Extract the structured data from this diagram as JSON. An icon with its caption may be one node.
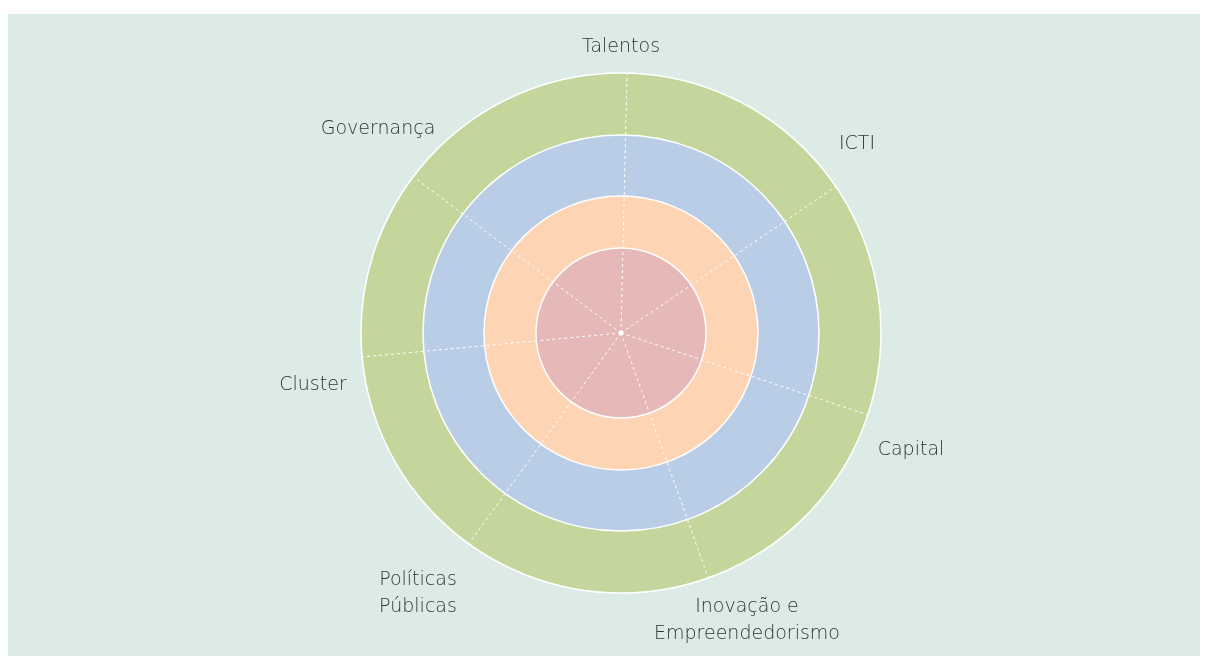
{
  "diagram": {
    "labels": [
      "Talentos",
      "Governança",
      "ICTI",
      "Cluster",
      "Capital",
      "Políticas Públicas",
      "Inovação e Empreendedorismo"
    ]
  }
}
